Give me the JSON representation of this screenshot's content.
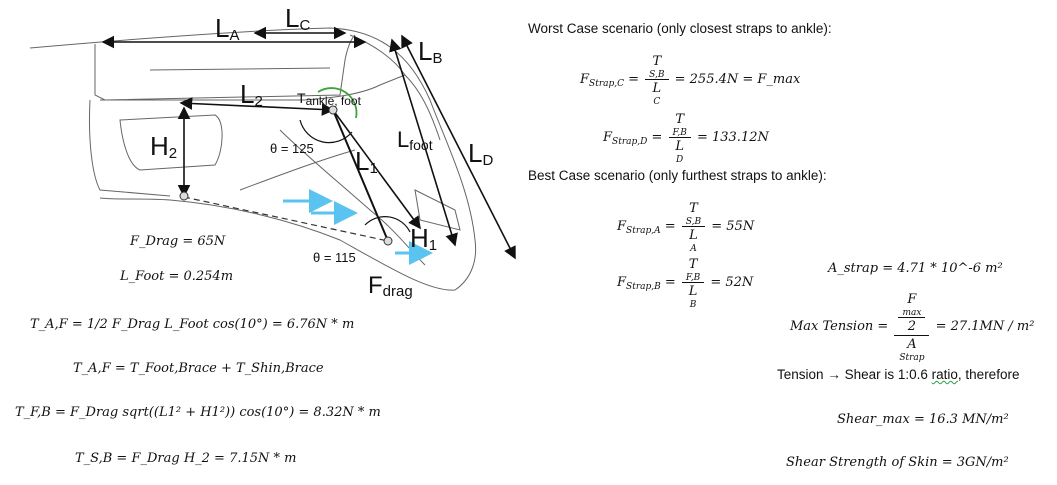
{
  "diagram": {
    "labels": {
      "la": "L",
      "la_sub": "A",
      "lc": "L",
      "lc_sub": "C",
      "lb": "L",
      "lb_sub": "B",
      "l2": "L",
      "l2_sub": "2",
      "tankle": "T",
      "tankle_sub": "ankle, foot",
      "h2": "H",
      "h2_sub": "2",
      "theta125": "θ = 125",
      "l1": "L",
      "l1_sub": "1",
      "lfoot": "L",
      "lfoot_sub": "foot",
      "ld": "L",
      "ld_sub": "D",
      "h1": "H",
      "h1_sub": "1",
      "theta115": "θ = 115",
      "fdrag": "F",
      "fdrag_sub": "drag"
    },
    "colors": {
      "arrow_blue": "#5bc3ef",
      "green_arc": "#3da33a",
      "outline": "#555555"
    }
  },
  "left_equations": {
    "fdrag": "F_Drag = 65N",
    "lfoot": "L_Foot = 0.254m",
    "taf": "T_A,F = 1/2 F_Drag L_Foot cos(10°) = 6.76N * m",
    "taf_sum": "T_A,F = T_Foot,Brace + T_Shin,Brace",
    "tfb": "T_F,B = F_Drag sqrt((L1² + H1²)) cos(10°) = 8.32N * m",
    "tsb": "T_S,B = F_Drag H_2 = 7.15N * m"
  },
  "right_panel": {
    "worst_case": "Worst Case scenario (only closest straps to ankle):",
    "best_case": "Best Case scenario (only furthest straps to ankle):",
    "fc_result": "= 255.4N = F_max",
    "fd_result": "= 133.12N",
    "fa_result": "= 55N",
    "fb_result": "= 52N",
    "astrap": "A_strap = 4.71 * 10^-6 m²",
    "max_tension_result": "27.1MN / m²",
    "ratio_prefix": "Tension",
    "ratio_arrow": "→",
    "ratio_mid": "Shear is 1:0.6",
    "ratio_word": "ratio",
    "ratio_suffix": ", therefore",
    "shear_max": "Shear_max = 16.3 MN/m²",
    "shear_strength": "Shear Strength of Skin = 3GN/m²"
  }
}
